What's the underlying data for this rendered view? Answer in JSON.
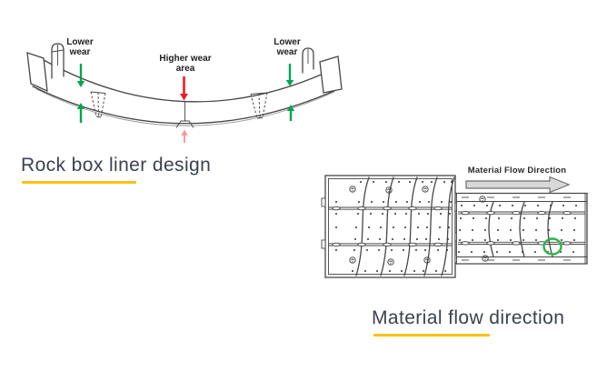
{
  "rock_box_diagram": {
    "title": "Rock box liner design",
    "label_lower_wear_left": "Lower\nwear",
    "label_higher_wear": "Higher wear\narea",
    "label_lower_wear_right": "Lower\nwear"
  },
  "material_flow_diagram": {
    "title": "Material flow direction",
    "arrow_label": "Material Flow Direction"
  },
  "colors": {
    "accent_underline": "#FDC111",
    "title_text": "#3A4150",
    "green_arrow": "#00A651",
    "red_arrow": "#EE1C25",
    "pink_arrow": "#F59C97",
    "highlight_circle": "#2DB34A",
    "flow_arrow_fill": "#D8D8D8",
    "drawing_line": "#474747",
    "label_text": "#1E1E1E",
    "background": "#FFFFFF"
  }
}
